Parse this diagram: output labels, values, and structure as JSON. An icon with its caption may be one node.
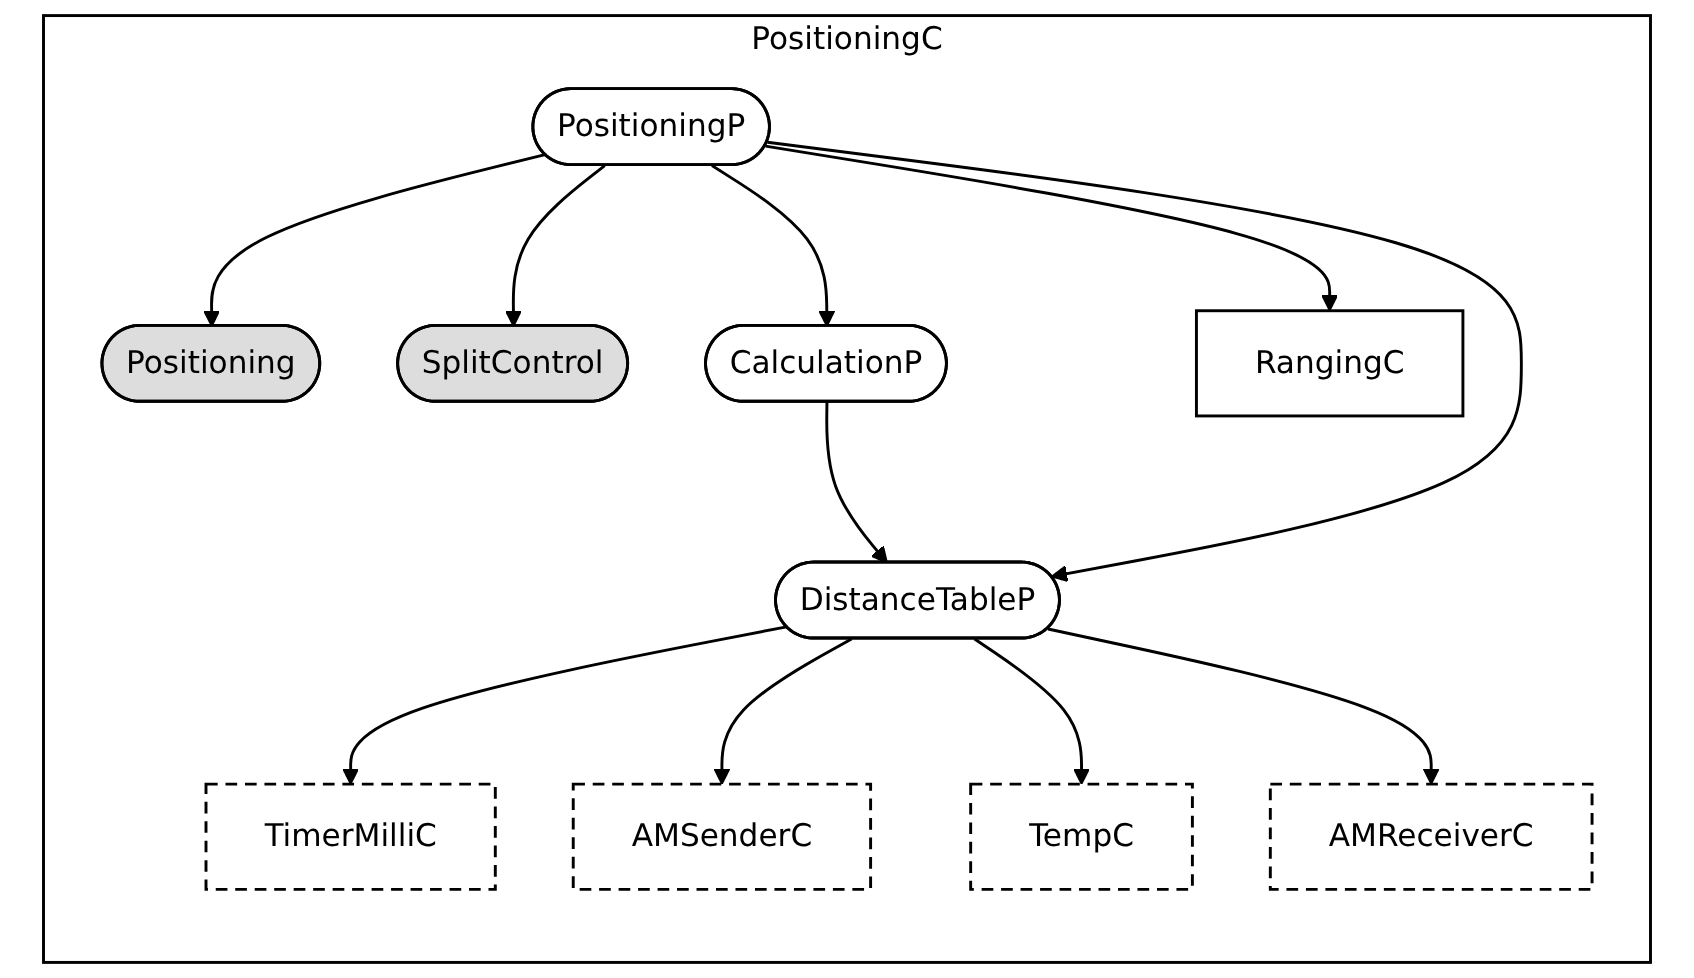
{
  "diagram": {
    "nodes": [
      {
        "text": [
          "PositioningC"
        ]
      },
      {
        "text": [
          "Positioning"
        ],
        "in": 0
      },
      {
        "text": [
          "SplitControl"
        ],
        "in": 0
      },
      {
        "text": [
          "CalculationP"
        ],
        "in": 0
      },
      {
        "text": [
          "PositioningP"
        ],
        "in": 0
      },
      {
        "text": [
          "RangingC"
        ],
        "in": 0
      },
      {
        "text": [
          "TimerMilliC"
        ],
        "in": 0
      },
      {
        "text": [
          "DistanceTableP"
        ],
        "in": 0
      },
      {
        "text": [
          "AMSenderC"
        ],
        "in": 0
      },
      {
        "text": [
          "TempC"
        ],
        "in": 0
      },
      {
        "text": [
          "AMReceiverC"
        ],
        "in": 0
      }
    ],
    "edges": [
      {
        "from": 4,
        "to": 1,
        "arrow": "to"
      },
      {
        "from": 4,
        "to": 2,
        "arrow": "to"
      },
      {
        "from": 4,
        "to": 3,
        "arrow": "to"
      },
      {
        "from": 4,
        "to": 5,
        "arrow": "to"
      },
      {
        "from": 3,
        "to": 7,
        "arrow": "to"
      },
      {
        "from": 4,
        "to": 7,
        "arrow": "to"
      },
      {
        "from": 7,
        "to": 6,
        "arrow": "to"
      },
      {
        "from": 7,
        "to": 8,
        "arrow": "to"
      },
      {
        "from": 7,
        "to": 9,
        "arrow": "to"
      },
      {
        "from": 7,
        "to": 10,
        "arrow": "to"
      }
    ]
  }
}
